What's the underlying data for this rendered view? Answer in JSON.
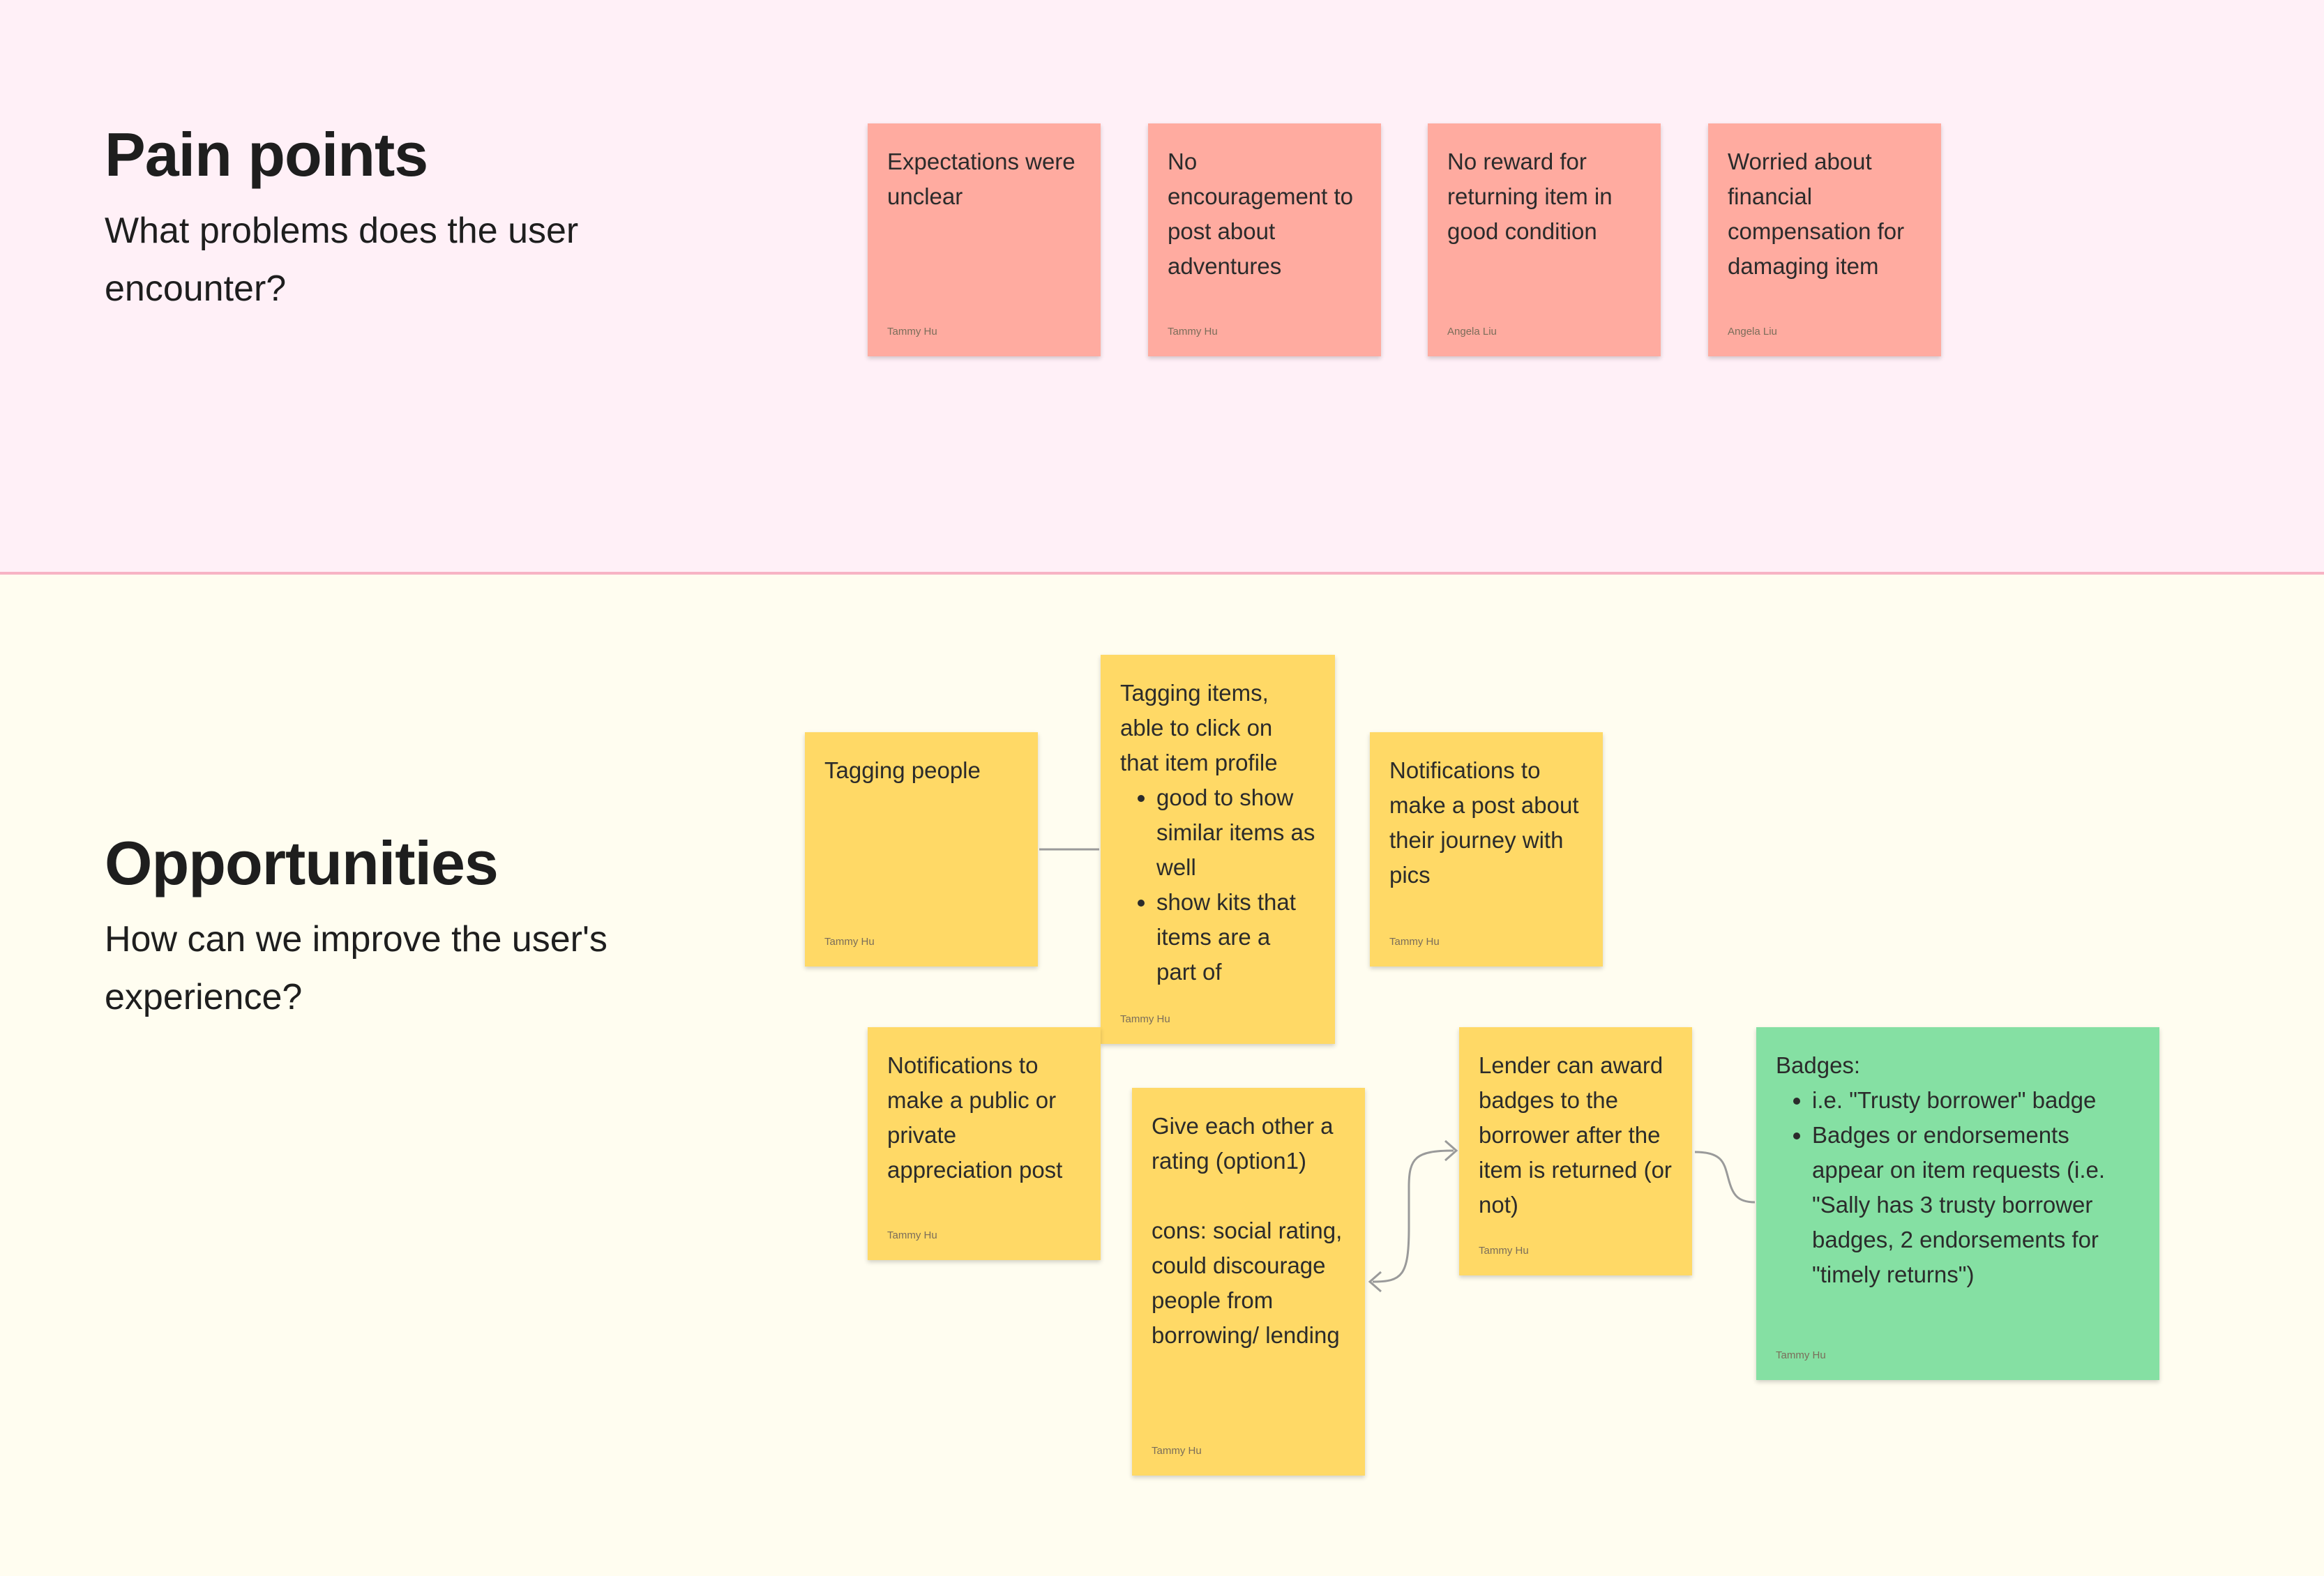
{
  "pain": {
    "title": "Pain points",
    "subtitle": "What problems does the user encounter?",
    "stickies": [
      {
        "text": "Expectations were unclear",
        "author": "Tammy Hu"
      },
      {
        "text": "No encouragement to post about adventures",
        "author": "Tammy Hu"
      },
      {
        "text": "No reward for returning item in good condition",
        "author": "Angela Liu"
      },
      {
        "text": "Worried about financial compensation for damaging item",
        "author": "Angela Liu"
      }
    ]
  },
  "opportunities": {
    "title": "Opportunities",
    "subtitle": "How can we improve the user's experience?",
    "stickies": {
      "tagging_people": {
        "text": "Tagging people",
        "author": "Tammy Hu"
      },
      "tagging_items": {
        "text": "Tagging items, able to click on that item profile",
        "bullets": [
          "good to show similar items as well",
          "show kits that items are a part of"
        ],
        "author": "Tammy Hu"
      },
      "notifications_journey": {
        "text": "Notifications to make a post about their journey with pics",
        "author": "Tammy Hu"
      },
      "notifications_appreciation": {
        "text": "Notifications to make a public or private appreciation post",
        "author": "Tammy Hu"
      },
      "rating": {
        "text": "Give each other a rating (option1)\n\ncons: social rating, could discourage people from borrowing/ lending",
        "author": "Tammy Hu"
      },
      "lender_badges": {
        "text": "Lender can award badges to the borrower after the item is returned (or not)",
        "author": "Tammy Hu"
      },
      "badges": {
        "text": "Badges:",
        "bullets": [
          "i.e. \"Trusty borrower\" badge",
          "Badges or endorsements appear on item requests (i.e. \"Sally has 3 trusty borrower badges, 2 endorsements for \"timely returns\")"
        ],
        "author": "Tammy Hu"
      }
    }
  },
  "colors": {
    "pain_background": "#fff0f7",
    "opportunities_background": "#fffdf0",
    "divider": "#f7b3c4",
    "sticky_red": "#ffaba0",
    "sticky_yellow": "#ffd966",
    "sticky_green": "#85e0a3",
    "connector": "#9a9a9a"
  }
}
